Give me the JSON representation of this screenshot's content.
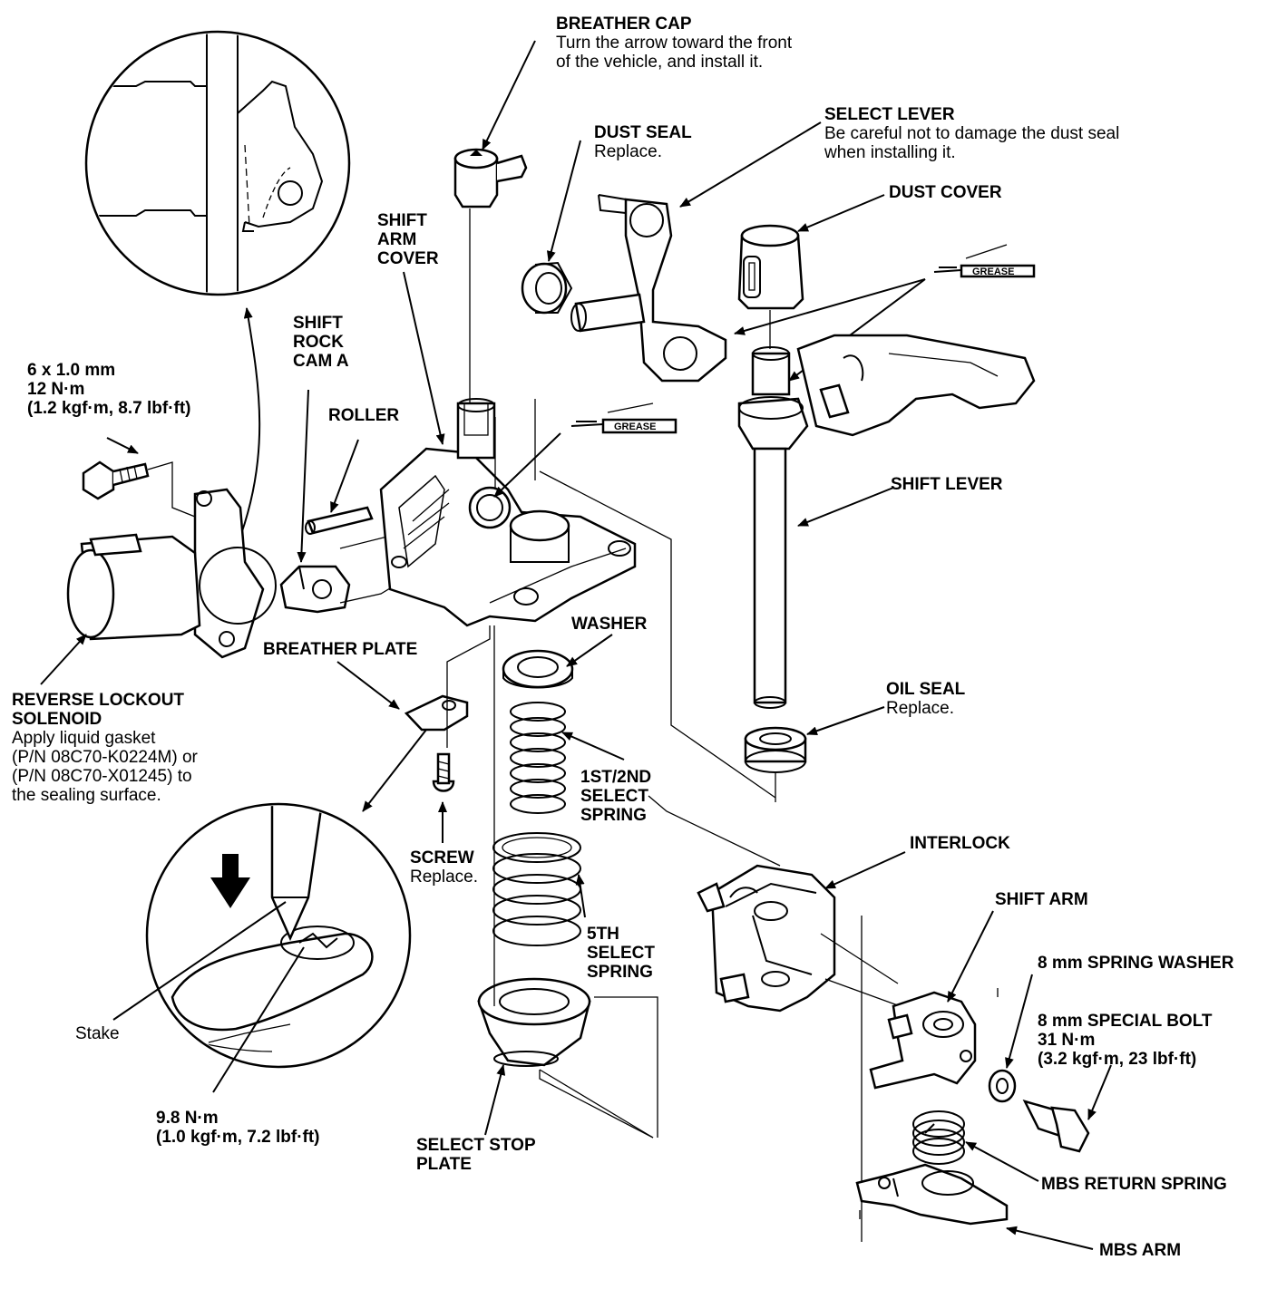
{
  "labels": {
    "breather_cap": {
      "title": "BREATHER CAP",
      "note1": "Turn the arrow toward the front",
      "note2": "of the vehicle, and install it."
    },
    "dust_seal": {
      "title": "DUST SEAL",
      "note": "Replace."
    },
    "select_lever": {
      "title": "SELECT LEVER",
      "note1": "Be careful not to damage the dust seal",
      "note2": "when installing it."
    },
    "dust_cover": {
      "title": "DUST COVER"
    },
    "shift_arm_cover": {
      "l1": "SHIFT",
      "l2": "ARM",
      "l3": "COVER"
    },
    "shift_rock_cam": {
      "l1": "SHIFT",
      "l2": "ROCK",
      "l3": "CAM A"
    },
    "roller": {
      "title": "ROLLER"
    },
    "bolt_6mm": {
      "l1": "6 x 1.0 mm",
      "l2": "12 N·m",
      "l3": "(1.2 kgf·m, 8.7 lbf·ft)"
    },
    "shift_lever": {
      "title": "SHIFT LEVER"
    },
    "washer": {
      "title": "WASHER"
    },
    "breather_plate": {
      "title": "BREATHER PLATE"
    },
    "reverse_lockout": {
      "l1": "REVERSE LOCKOUT",
      "l2": "SOLENOID",
      "n1": "Apply liquid gasket",
      "n2": "(P/N 08C70-K0224M) or",
      "n3": "(P/N 08C70-X01245) to",
      "n4": "the sealing surface."
    },
    "oil_seal": {
      "title": "OIL SEAL",
      "note": "Replace."
    },
    "select_spring_12": {
      "l1": "1ST/2ND",
      "l2": "SELECT",
      "l3": "SPRING"
    },
    "screw": {
      "title": "SCREW",
      "note": "Replace."
    },
    "interlock": {
      "title": "INTERLOCK"
    },
    "shift_arm": {
      "title": "SHIFT ARM"
    },
    "select_spring_5": {
      "l1": "5TH",
      "l2": "SELECT",
      "l3": "SPRING"
    },
    "spring_washer": {
      "title": "8 mm SPRING WASHER"
    },
    "special_bolt": {
      "l1": "8 mm SPECIAL BOLT",
      "l2": "31 N·m",
      "l3": "(3.2 kgf·m, 23 lbf·ft)"
    },
    "stake": {
      "title": "Stake"
    },
    "torque_98": {
      "l1": "9.8 N·m",
      "l2": "(1.0 kgf·m, 7.2 lbf·ft)"
    },
    "select_stop_plate": {
      "l1": "SELECT STOP",
      "l2": "PLATE"
    },
    "mbs_return_spring": {
      "title": "MBS RETURN SPRING"
    },
    "mbs_arm": {
      "title": "MBS ARM"
    }
  },
  "grease_tags": [
    "GREASE",
    "GREASE"
  ]
}
